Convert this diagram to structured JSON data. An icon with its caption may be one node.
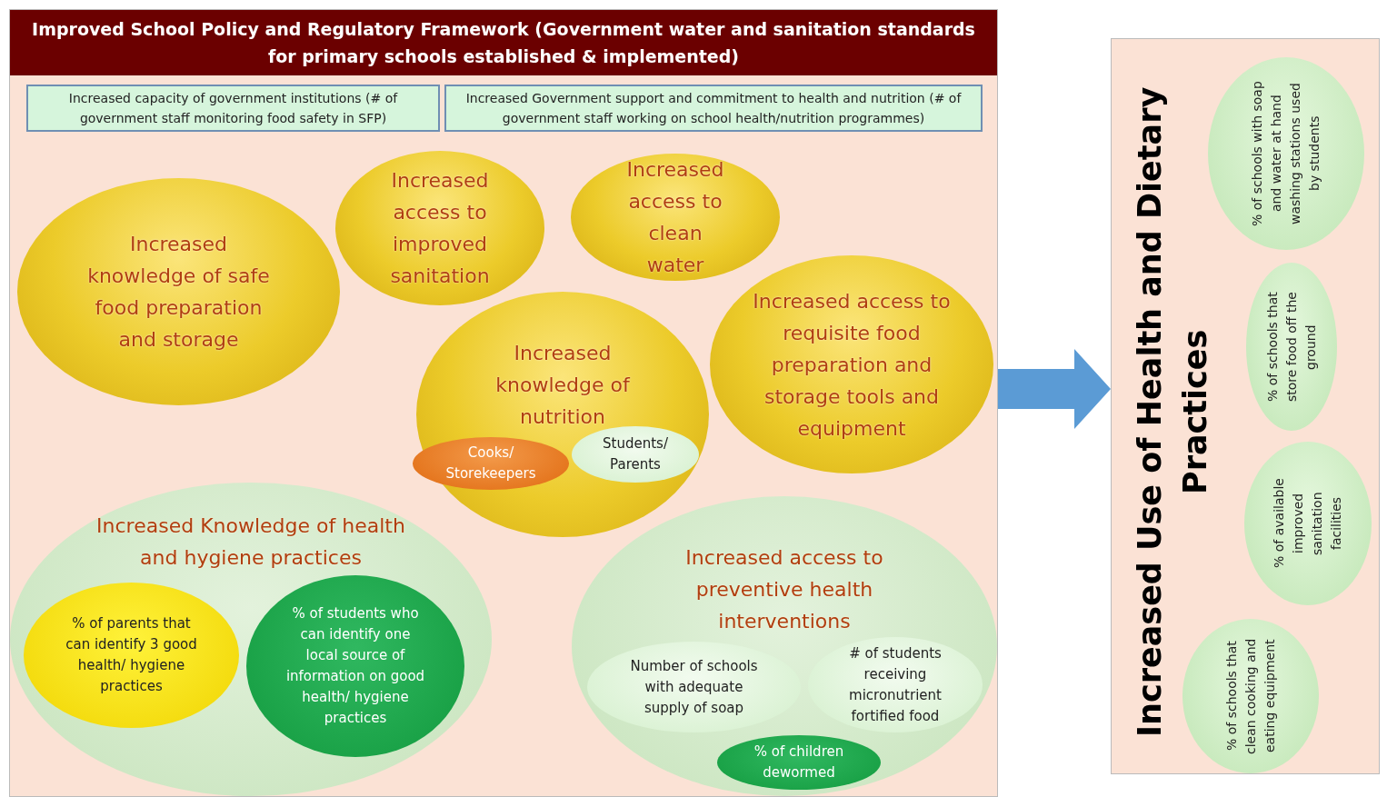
{
  "diagram": {
    "nodes": [
      {
        "text": [
          "Improved School Policy and Regulatory Framework (Government water and sanitation standards for primary schools established & implemented)"
        ]
      },
      {
        "text": [
          "Increased capacity of government institutions (# of government staff monitoring food safety in SFP)"
        ],
        "in": 0
      },
      {
        "text": [
          "Increased Government support and commitment to health and nutrition (# of government staff working on school health/nutrition programmes)"
        ],
        "in": 0
      },
      {
        "text": [
          "Increased knowledge of safe food preparation and storage"
        ],
        "in": 0
      },
      {
        "text": [
          "Increased access to improved sanitation"
        ],
        "in": 0
      },
      {
        "text": [
          "Increased access to clean water"
        ],
        "in": 0
      },
      {
        "text": [
          "Increased knowledge of nutrition"
        ],
        "in": 0
      },
      {
        "text": [
          "Cooks/ Storekeepers"
        ],
        "in": 6
      },
      {
        "text": [
          "Students/ Parents"
        ],
        "in": 6
      },
      {
        "text": [
          "Increased access to requisite food preparation and storage tools and equipment"
        ],
        "in": 0
      },
      {
        "text": [
          "Increased Knowledge of health and hygiene practices"
        ],
        "in": 0
      },
      {
        "text": [
          "% of parents that can identify 3 good health/ hygiene practices"
        ],
        "in": 10
      },
      {
        "text": [
          "% of students who can identify one local source of information on good health/ hygiene practices"
        ],
        "in": 10
      },
      {
        "text": [
          "Increased access to preventive health interventions"
        ],
        "in": 0
      },
      {
        "text": [
          "Number of schools with adequate supply of soap"
        ],
        "in": 13
      },
      {
        "text": [
          "# of students receiving micronutrient fortified food"
        ],
        "in": 13
      },
      {
        "text": [
          "% of children dewormed"
        ],
        "in": 13
      },
      {
        "text": [
          "Increased Use of Health and Dietary Practices"
        ]
      },
      {
        "text": [
          "% of schools with soap and water at hand washing stations used by students"
        ],
        "in": 17
      },
      {
        "text": [
          "% of schools that store food off the ground"
        ],
        "in": 17
      },
      {
        "text": [
          "% of available improved sanitation facilities"
        ],
        "in": 17
      },
      {
        "text": [
          "% of schools that clean cooking and eating equipment"
        ],
        "in": 17
      }
    ],
    "edges": [
      {
        "from": 0,
        "to": 17,
        "arrow": "to"
      }
    ]
  }
}
